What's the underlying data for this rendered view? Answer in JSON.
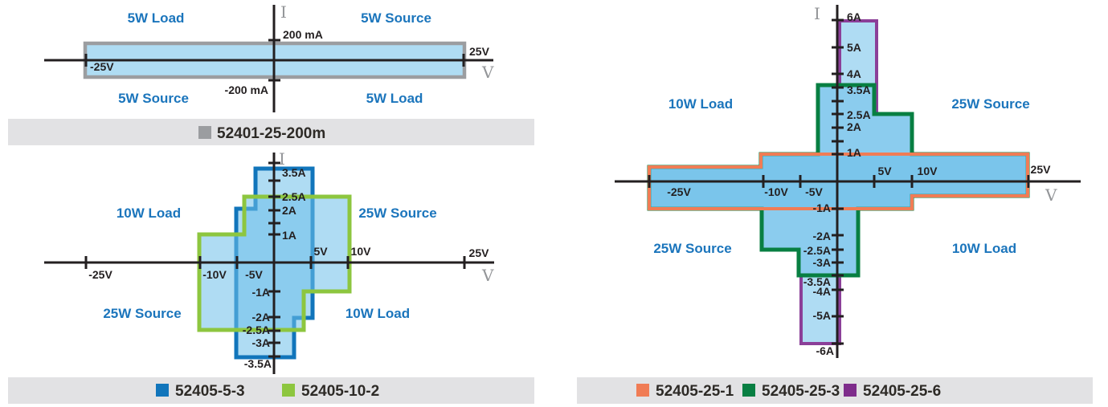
{
  "colors": {
    "fill_light_blue": "#aedbf2",
    "gray": "#9b9da0",
    "blue": "#1175bb",
    "light_green": "#8dc63f",
    "dark_green": "#087f42",
    "orange": "#f07c55",
    "purple": "#7e2c8b",
    "axis_black": "#231f20",
    "quadrant_blue": "#1b75bc",
    "axis_letter_gray": "#939598",
    "legend_bg": "#e2e2e4"
  },
  "c1": {
    "q_tl": "5W Load",
    "q_tr": "5W Source",
    "q_bl": "5W Source",
    "q_br": "5W Load",
    "axis_i": "I",
    "axis_v": "V",
    "t_top": "200 mA",
    "t_bottom": "-200 mA",
    "t_right": "25V",
    "t_left": "-25V",
    "legend": [
      {
        "label": "52401-25-200m"
      }
    ]
  },
  "c2": {
    "q_tl": "10W Load",
    "q_tr": "25W Source",
    "q_bl": "25W Source",
    "q_br": "10W Load",
    "axis_i": "I",
    "axis_v": "V",
    "ip": [
      "3.5A",
      "2.5A",
      "2A",
      "1A"
    ],
    "in": [
      "-1A",
      "-2A",
      "-2.5A",
      "-3A",
      "-3.5A"
    ],
    "vn": [
      "-25V",
      "-10V",
      "-5V"
    ],
    "vp": [
      "5V",
      "10V",
      "25V"
    ],
    "legend": [
      {
        "label": "52405-5-3"
      },
      {
        "label": "52405-10-2"
      }
    ]
  },
  "c3": {
    "q_tl": "10W Load",
    "q_tr": "25W Source",
    "q_bl": "25W Source",
    "q_br": "10W Load",
    "axis_i": "I",
    "axis_v": "V",
    "ip": [
      "6A",
      "5A",
      "4A",
      "3.5A",
      "2.5A",
      "2A",
      "1A"
    ],
    "in": [
      "-1A",
      "-2A",
      "-2.5A",
      "-3A",
      "-3.5A",
      "-4A",
      "-5A",
      "-6A"
    ],
    "vn": [
      "-25V",
      "-10V",
      "-5V"
    ],
    "vp": [
      "5V",
      "10V",
      "25V"
    ],
    "legend": [
      {
        "label": "52405-25-1"
      },
      {
        "label": "52405-25-3"
      },
      {
        "label": "52405-25-6"
      }
    ]
  },
  "envelopes": {
    "52401-25-200m": {
      "units": [
        "V",
        "A"
      ],
      "points": [
        [
          -25,
          0.2
        ],
        [
          25,
          0.2
        ],
        [
          25,
          -0.2
        ],
        [
          -25,
          -0.2
        ]
      ]
    },
    "52405-5-3": {
      "units": [
        "V",
        "A"
      ],
      "points": [
        [
          -2.5,
          3.5
        ],
        [
          5,
          3.5
        ],
        [
          5,
          -2
        ],
        [
          2.5,
          -2
        ],
        [
          2.5,
          -3.5
        ],
        [
          -5,
          -3.5
        ],
        [
          -5,
          2
        ],
        [
          -2.5,
          2
        ]
      ]
    },
    "52405-10-2": {
      "units": [
        "V",
        "A"
      ],
      "points": [
        [
          -4,
          2.5
        ],
        [
          10,
          2.5
        ],
        [
          10,
          -1
        ],
        [
          4,
          -1
        ],
        [
          4,
          -2.5
        ],
        [
          -10,
          -2.5
        ],
        [
          -10,
          1
        ],
        [
          -4,
          1
        ]
      ]
    },
    "52405-25-1": {
      "units": [
        "V",
        "A"
      ],
      "points": [
        [
          -25,
          0.5
        ],
        [
          -10,
          0.5
        ],
        [
          -10,
          1
        ],
        [
          25,
          1
        ],
        [
          25,
          -0.5
        ],
        [
          10,
          -0.5
        ],
        [
          10,
          -1
        ],
        [
          -25,
          -1
        ]
      ]
    },
    "52405-25-3": {
      "units": [
        "V",
        "A"
      ],
      "points": [
        [
          -2.5,
          3.5
        ],
        [
          5,
          3.5
        ],
        [
          5,
          2.5
        ],
        [
          10,
          2.5
        ],
        [
          10,
          1
        ],
        [
          25,
          1
        ],
        [
          25,
          -0.5
        ],
        [
          10,
          -0.5
        ],
        [
          10,
          -1
        ],
        [
          2.5,
          -1
        ],
        [
          2.5,
          -3.5
        ],
        [
          -5,
          -3.5
        ],
        [
          -5,
          -2.5
        ],
        [
          -10,
          -2.5
        ],
        [
          -10,
          -1
        ],
        [
          -25,
          -1
        ],
        [
          -25,
          0.5
        ],
        [
          -10,
          0.5
        ],
        [
          -10,
          1
        ],
        [
          -2.5,
          1
        ]
      ]
    },
    "52405-25-6": {
      "units": [
        "V",
        "A"
      ],
      "points": [
        [
          -2.5,
          3.5
        ],
        [
          0,
          3.5
        ],
        [
          0,
          6
        ],
        [
          5,
          6
        ],
        [
          5,
          2.5
        ],
        [
          10,
          2.5
        ],
        [
          10,
          1
        ],
        [
          25,
          1
        ],
        [
          25,
          -0.5
        ],
        [
          10,
          -0.5
        ],
        [
          10,
          -1
        ],
        [
          2.5,
          -1
        ],
        [
          2.5,
          -3.5
        ],
        [
          0,
          -3.5
        ],
        [
          0,
          -6
        ],
        [
          -5,
          -6
        ],
        [
          -5,
          -2.5
        ],
        [
          -10,
          -2.5
        ],
        [
          -10,
          -1
        ],
        [
          -25,
          -1
        ],
        [
          -25,
          0.5
        ],
        [
          -10,
          0.5
        ],
        [
          -10,
          1
        ],
        [
          -2.5,
          1
        ]
      ]
    }
  }
}
